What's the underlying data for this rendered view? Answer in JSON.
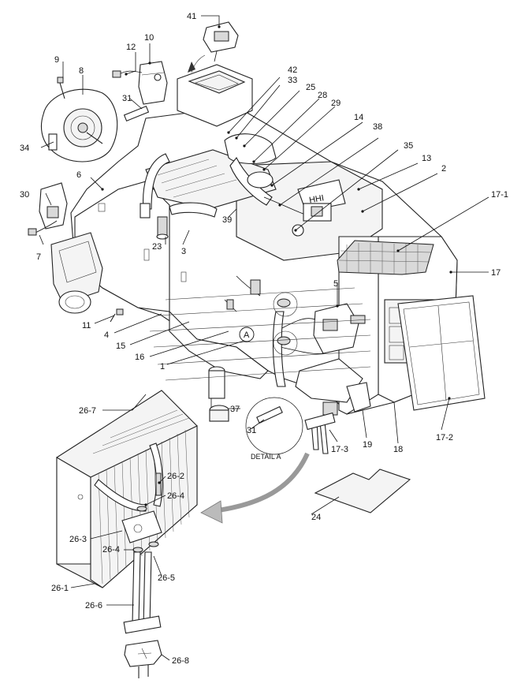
{
  "labels": [
    {
      "id": "41",
      "text": "41"
    },
    {
      "id": "10",
      "text": "10"
    },
    {
      "id": "12",
      "text": "12"
    },
    {
      "id": "9",
      "text": "9"
    },
    {
      "id": "8",
      "text": "8"
    },
    {
      "id": "31a",
      "text": "31"
    },
    {
      "id": "42",
      "text": "42"
    },
    {
      "id": "33",
      "text": "33"
    },
    {
      "id": "25",
      "text": "25"
    },
    {
      "id": "28",
      "text": "28"
    },
    {
      "id": "29",
      "text": "29"
    },
    {
      "id": "14",
      "text": "14"
    },
    {
      "id": "38",
      "text": "38"
    },
    {
      "id": "35",
      "text": "35"
    },
    {
      "id": "13",
      "text": "13"
    },
    {
      "id": "2",
      "text": "2"
    },
    {
      "id": "17-1",
      "text": "17-1"
    },
    {
      "id": "17",
      "text": "17"
    },
    {
      "id": "34",
      "text": "34"
    },
    {
      "id": "6",
      "text": "6"
    },
    {
      "id": "30",
      "text": "30"
    },
    {
      "id": "7",
      "text": "7"
    },
    {
      "id": "39",
      "text": "39"
    },
    {
      "id": "23",
      "text": "23"
    },
    {
      "id": "3",
      "text": "3"
    },
    {
      "id": "5",
      "text": "5"
    },
    {
      "id": "11",
      "text": "11"
    },
    {
      "id": "4",
      "text": "4"
    },
    {
      "id": "15",
      "text": "15"
    },
    {
      "id": "16",
      "text": "16"
    },
    {
      "id": "1",
      "text": "1"
    },
    {
      "id": "A",
      "text": "A"
    },
    {
      "id": "37",
      "text": "37"
    },
    {
      "id": "31b",
      "text": "31"
    },
    {
      "id": "detail-a",
      "text": "DETAIL A"
    },
    {
      "id": "17-3",
      "text": "17-3"
    },
    {
      "id": "19",
      "text": "19"
    },
    {
      "id": "18",
      "text": "18"
    },
    {
      "id": "17-2",
      "text": "17-2"
    },
    {
      "id": "26-7",
      "text": "26-7"
    },
    {
      "id": "26-2",
      "text": "26-2"
    },
    {
      "id": "26-4a",
      "text": "26-4"
    },
    {
      "id": "26-3",
      "text": "26-3"
    },
    {
      "id": "26-4b",
      "text": "26-4"
    },
    {
      "id": "26-5",
      "text": "26-5"
    },
    {
      "id": "26-1",
      "text": "26-1"
    },
    {
      "id": "26-6",
      "text": "26-6"
    },
    {
      "id": "26-8",
      "text": "26-8"
    },
    {
      "id": "24",
      "text": "24"
    }
  ],
  "nameplate": "HHI",
  "colors": {
    "line": "#111111",
    "background": "#ffffff"
  }
}
